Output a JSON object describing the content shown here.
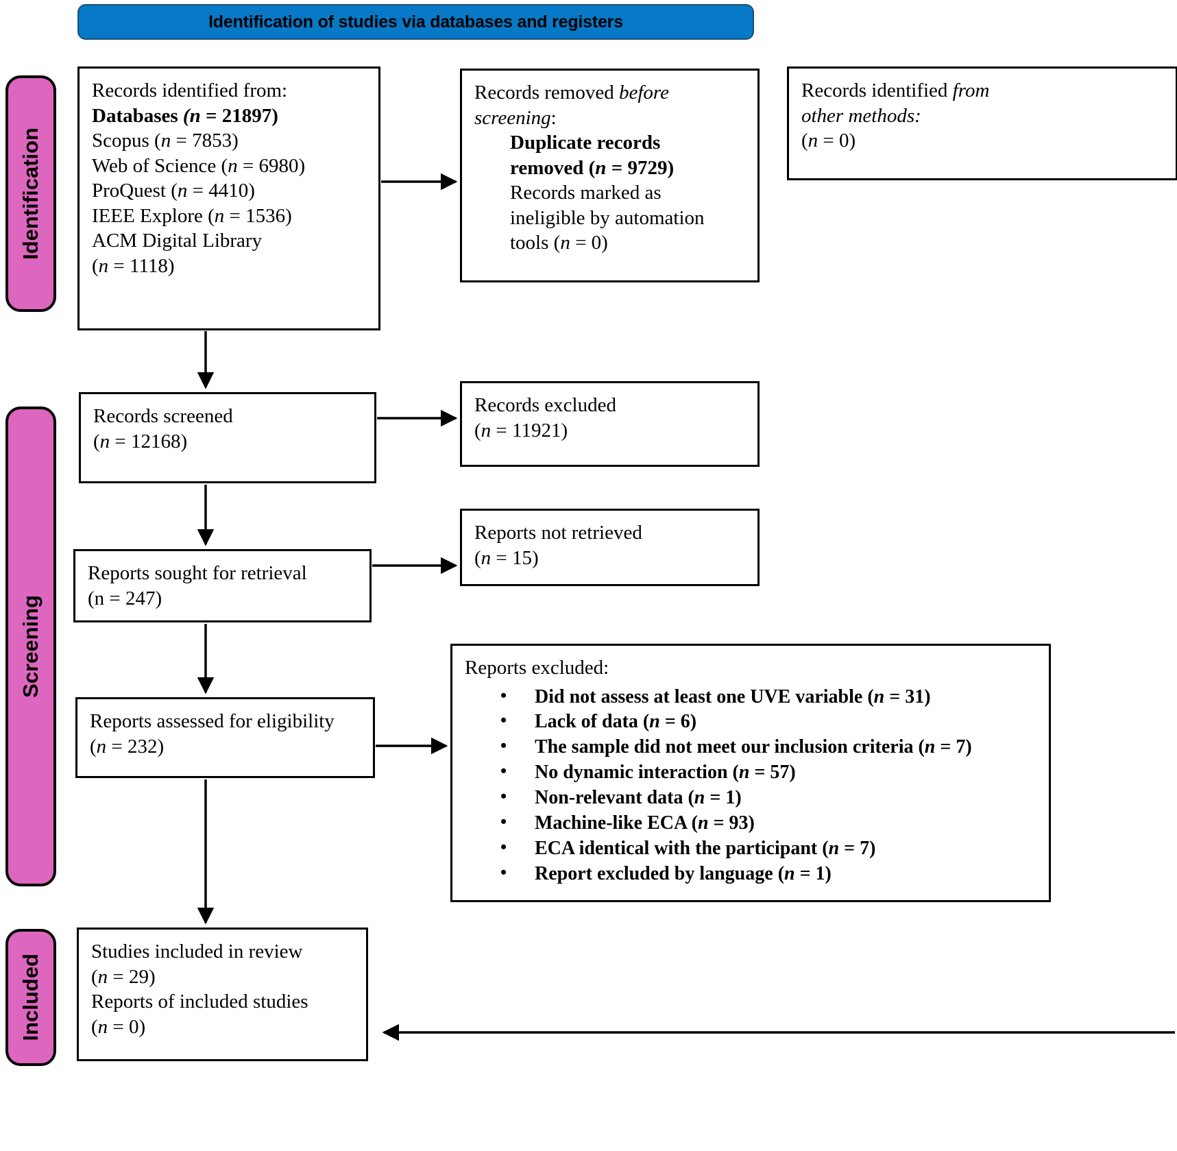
{
  "banner": {
    "title": "Identification of studies via databases and registers"
  },
  "colors": {
    "banner_blue": "#0779C6",
    "stage_pink": "#DD66BE",
    "border_black": "#000000",
    "page_white": "#FFFFFF"
  },
  "stages": [
    {
      "id": "identification",
      "label": "Identification"
    },
    {
      "id": "screening",
      "label": "Screening"
    },
    {
      "id": "included",
      "label": "Included"
    }
  ],
  "boxes": {
    "identified": {
      "name": "records-identified-from",
      "l1": "Records identified from:",
      "l2_label": "Databases",
      "l2_n": "(n = 21897)",
      "l3": "Scopus",
      "l3_n": "(n = 7853)",
      "l4": "Web of Science",
      "l4_n": "(n = 6980)",
      "l5": "ProQuest",
      "l5_n": "(n = 4410)",
      "l6": "IEEE Explore",
      "l6_n": "(n = 1536)",
      "l7": "ACM Digital Library",
      "l7_n": "(n = 1118)"
    },
    "removed": {
      "name": "records-removed-before-screening",
      "l1a": "Records removed ",
      "l1b": "before",
      "l2b": "screening",
      "l2c": ":",
      "l3": "Duplicate records",
      "l4": "removed (n = 9729)",
      "l5": "Records marked as",
      "l6": "ineligible by automation",
      "l7": "tools (n = 0)"
    },
    "other_methods": {
      "name": "records-identified-other-methods",
      "l1a": "Records identified ",
      "l1b": "from",
      "l2b": "other methods:",
      "l3": "(n = 0)"
    },
    "screened": {
      "name": "records-screened",
      "l1": "Records screened",
      "l2": "(n = 12168)"
    },
    "excluded": {
      "name": "records-excluded",
      "l1": "Records excluded",
      "l2": "(n = 11921)"
    },
    "sought": {
      "name": "reports-sought-for-retrieval",
      "l1": "Reports sought for retrieval",
      "l2": "(n = 247)"
    },
    "not_retrieved": {
      "name": "reports-not-retrieved",
      "l1": "Reports not retrieved",
      "l2": "(n = 15)"
    },
    "assessed": {
      "name": "reports-assessed-for-eligibility",
      "l1": "Reports assessed for eligibility",
      "l2": "(n = 232)"
    },
    "reports_excluded": {
      "name": "reports-excluded",
      "title": "Reports excluded:",
      "items": [
        {
          "text": "Did not assess at least one UVE variable",
          "n": "(n = 31)"
        },
        {
          "text": "Lack of data",
          "n": "(n = 6)"
        },
        {
          "text": "The sample did not meet our inclusion criteria",
          "n": "(n = 7)"
        },
        {
          "text": "No dynamic interaction",
          "n": "(n = 57)"
        },
        {
          "text": "Non-relevant data",
          "n": "(n = 1)"
        },
        {
          "text": "Machine-like ECA",
          "n": "(n = 93)"
        },
        {
          "text": "ECA identical with the participant",
          "n": "(n = 7)"
        },
        {
          "text": "Report excluded by language",
          "n": "(n = 1)"
        }
      ]
    },
    "included": {
      "name": "studies-included-in-review",
      "l1": "Studies included in review",
      "l2": "(n = 29)",
      "l3": "Reports of included studies",
      "l4": "(n = 0)"
    }
  }
}
